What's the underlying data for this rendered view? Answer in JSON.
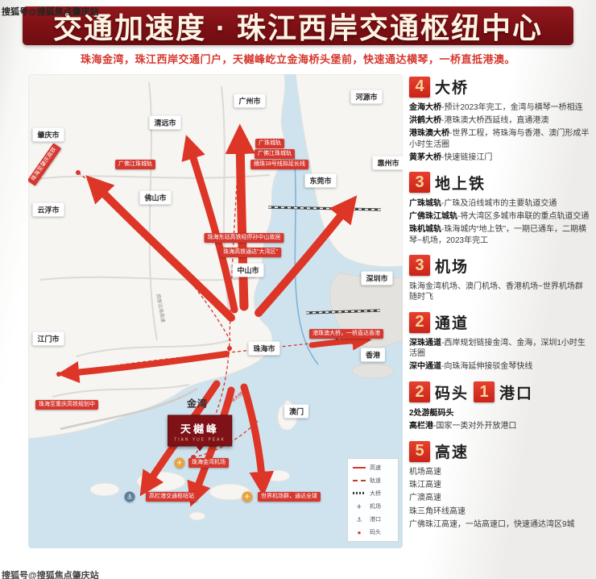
{
  "watermark": {
    "top": "搜狐号@搜狐焦点肇庆站",
    "bottom": "搜狐号@搜狐焦点肇庆站"
  },
  "header": {
    "title": "交通加速度 · 珠江西岸交通枢纽中心",
    "subtitle": "珠海金湾，珠江西岸交通门户，天樾峰屹立金海桥头堡前，快速通达横琴，一桥直抵港澳。"
  },
  "map": {
    "cities": [
      {
        "name": "肇庆市"
      },
      {
        "name": "清远市"
      },
      {
        "name": "广州市"
      },
      {
        "name": "河源市"
      },
      {
        "name": "惠州市"
      },
      {
        "name": "东莞市"
      },
      {
        "name": "云浮市"
      },
      {
        "name": "佛山市"
      },
      {
        "name": "中山市"
      },
      {
        "name": "深圳市"
      },
      {
        "name": "江门市"
      },
      {
        "name": "珠海市"
      },
      {
        "name": "金湾"
      },
      {
        "name": "澳门"
      },
      {
        "name": "香港"
      }
    ],
    "chips": [
      {
        "text": "珠海至肇庆高铁"
      },
      {
        "text": "广佛江珠城轨"
      },
      {
        "text": "广珠城轨"
      },
      {
        "text": "广佛江珠城轨"
      },
      {
        "text": "穗珠18号线拟延长线"
      },
      {
        "text": "珠海东站高铁经停孙中山故居"
      },
      {
        "text": "珠海高铁通达“大湾区”"
      },
      {
        "text": "港珠澳大桥，一桥直达香港"
      },
      {
        "text": "珠海至重庆高铁规划中"
      },
      {
        "text": "珠海金湾机场"
      },
      {
        "text": "高栏港交通枢纽站"
      },
      {
        "text": "世界机场群，通达全球"
      }
    ],
    "road_labels": [
      {
        "text": "西部沿海高速"
      },
      {
        "text": "珠海大道"
      },
      {
        "text": "金海大桥"
      }
    ],
    "project": {
      "name": "天樾峰",
      "en": "TIAN YUE PEAK"
    },
    "legend": [
      "高速",
      "轨道",
      "大桥",
      "机场",
      "港口",
      "码头"
    ],
    "icons": {
      "plane": "✈",
      "anchor": "⚓",
      "dot": "●"
    }
  },
  "sections": [
    {
      "num": "4",
      "title": "大桥",
      "items": [
        {
          "label": "金海大桥",
          "desc": "-预计2023年完工，金湾与横琴一桥相连"
        },
        {
          "label": "洪鹤大桥",
          "desc": "-港珠澳大桥西延线，直通港澳"
        },
        {
          "label": "港珠澳大桥",
          "desc": "-世界工程，将珠海与香港、澳门形成半小时生活圈"
        },
        {
          "label": "黄茅大桥",
          "desc": "-快速链接江门"
        }
      ]
    },
    {
      "num": "3",
      "title": "地上铁",
      "items": [
        {
          "label": "广珠城轨",
          "desc": "-广珠及沿线城市的主要轨道交通"
        },
        {
          "label": "广佛珠江城轨",
          "desc": "-将大湾区多城市串联的重点轨道交通"
        },
        {
          "label": "珠机城轨",
          "desc": "-珠海城内“地上铁”，一期已通车，二期横琴~机场，2023年完工"
        }
      ]
    },
    {
      "num": "3",
      "title": "机场",
      "items": [
        {
          "label": "",
          "desc": "珠海金湾机场、澳门机场、香港机场~世界机场群 随时飞"
        }
      ]
    },
    {
      "num": "2",
      "title": "通道",
      "items": [
        {
          "label": "深珠通道",
          "desc": "-西岸规划链接金湾、金海，深圳1小时生活圈"
        },
        {
          "label": "深中通道",
          "desc": "-向珠海延伸接驳金琴快线"
        }
      ]
    },
    {
      "num": "2",
      "title": "码头",
      "num2": "1",
      "title2": "港口",
      "items": [
        {
          "label": "2处游艇码头",
          "desc": ""
        },
        {
          "label": "高栏港",
          "desc": "-国家一类对外开放港口"
        }
      ]
    },
    {
      "num": "5",
      "title": "高速",
      "items": [
        {
          "label": "",
          "desc": "机场高速"
        },
        {
          "label": "",
          "desc": "珠江高速"
        },
        {
          "label": "",
          "desc": "广澳高速"
        },
        {
          "label": "",
          "desc": "珠三角环线高速"
        },
        {
          "label": "",
          "desc": "广佛珠江高速，一站高速口，快速通达湾区9城"
        }
      ]
    }
  ]
}
